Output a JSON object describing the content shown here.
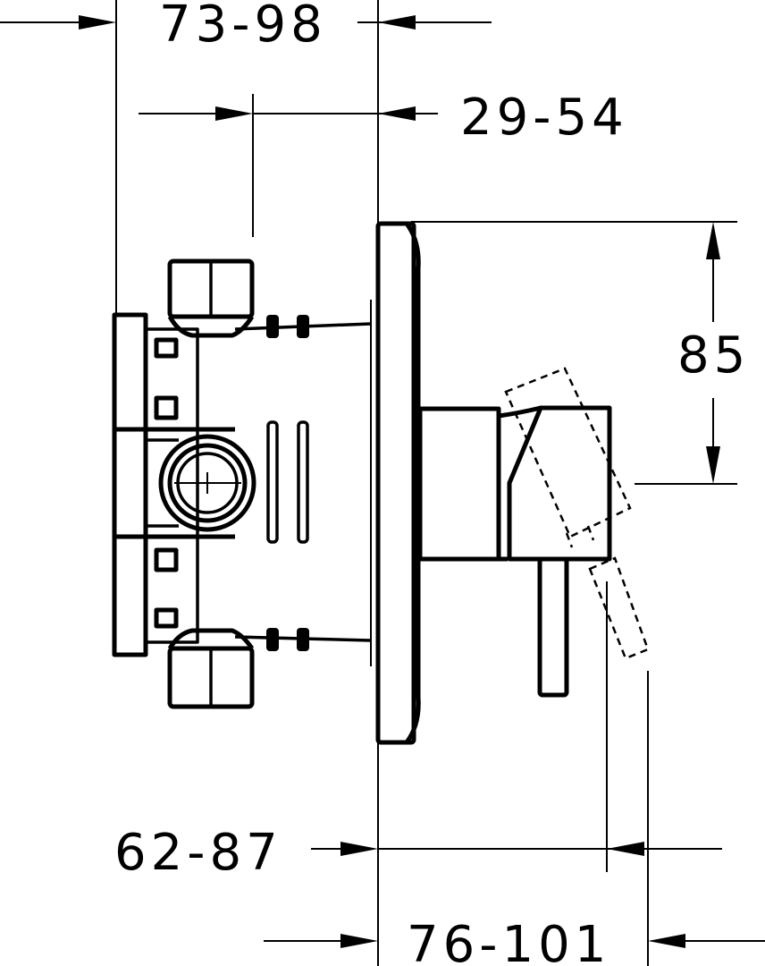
{
  "dimensions": {
    "top_overall": "73-98",
    "top_inner": "29-54",
    "height": "85",
    "bottom_inner": "62-87",
    "bottom_overall": "76-101"
  },
  "colors": {
    "line": "#000000",
    "background": "#ffffff"
  }
}
